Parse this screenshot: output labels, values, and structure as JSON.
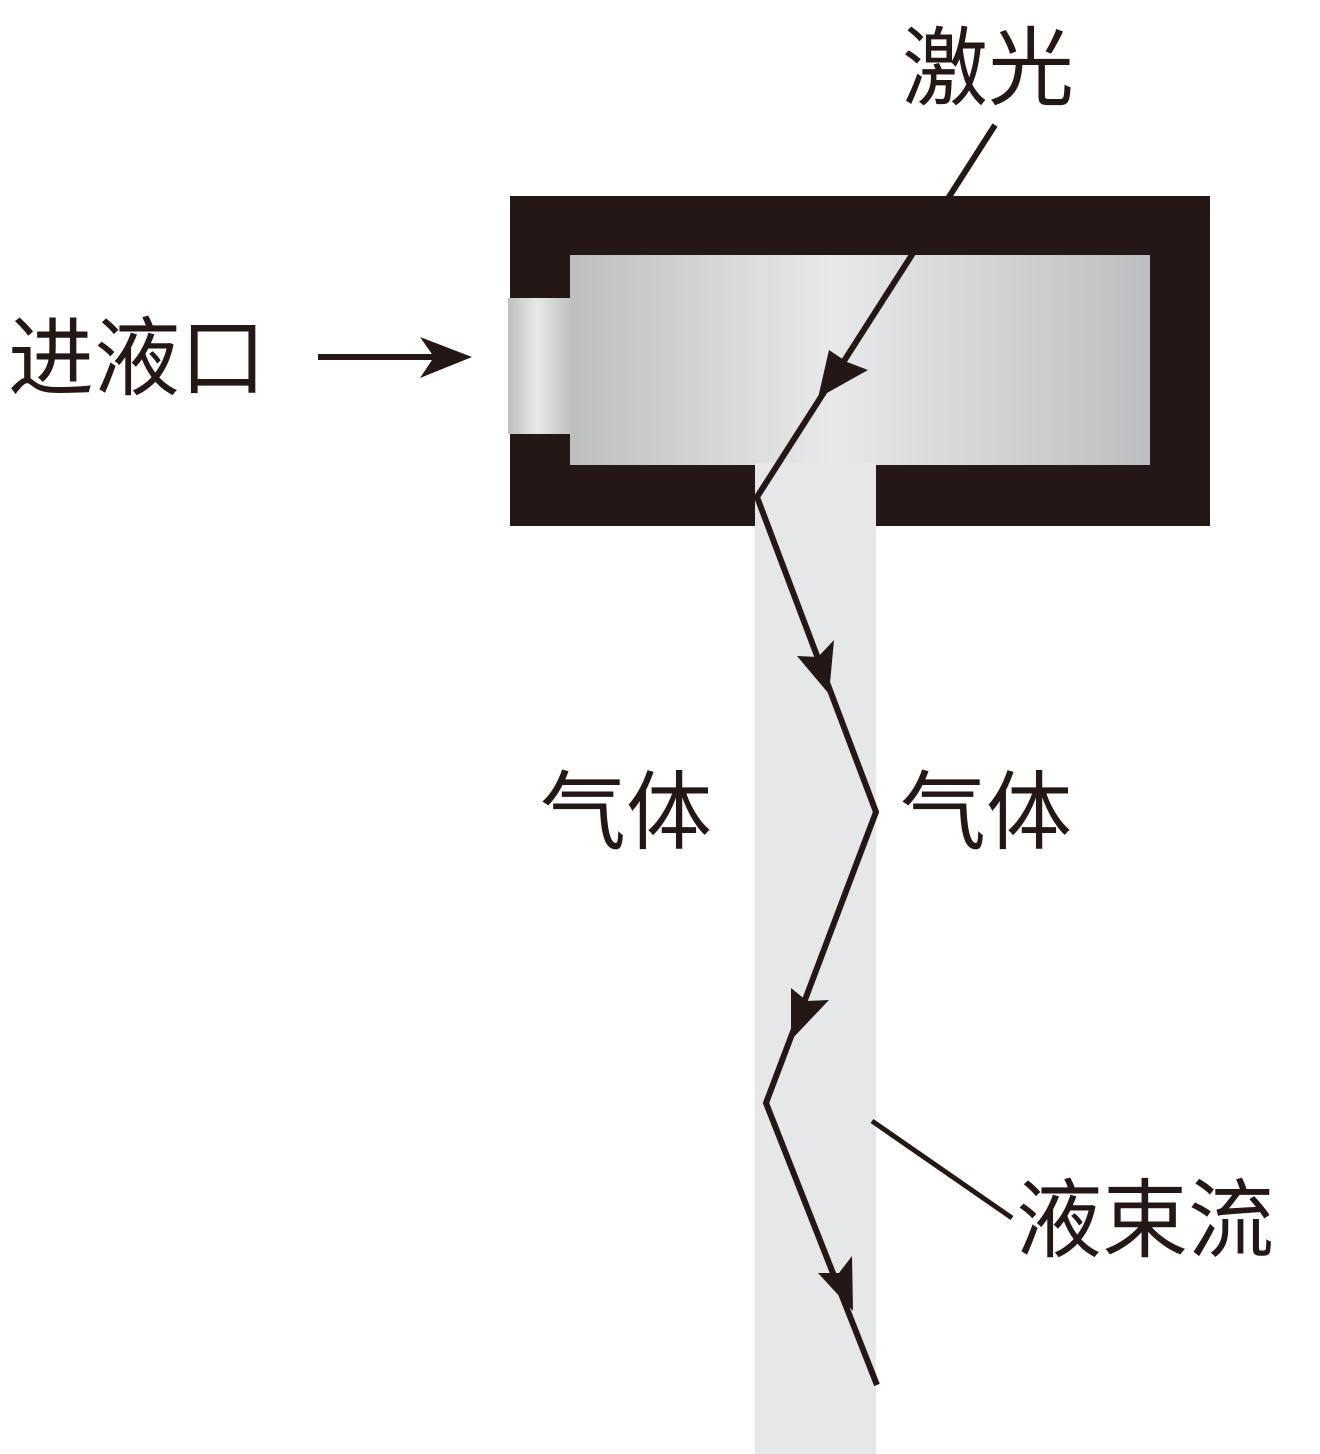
{
  "labels": {
    "laser": "激光",
    "inlet": "进液口",
    "gas_left": "气体",
    "gas_right": "气体",
    "jet": "液束流"
  },
  "colors": {
    "wall": "#231815",
    "liquid_light": "#e6e7e8",
    "liquid_dark": "#bcbec0",
    "ray": "#231815",
    "background": "#ffffff"
  }
}
